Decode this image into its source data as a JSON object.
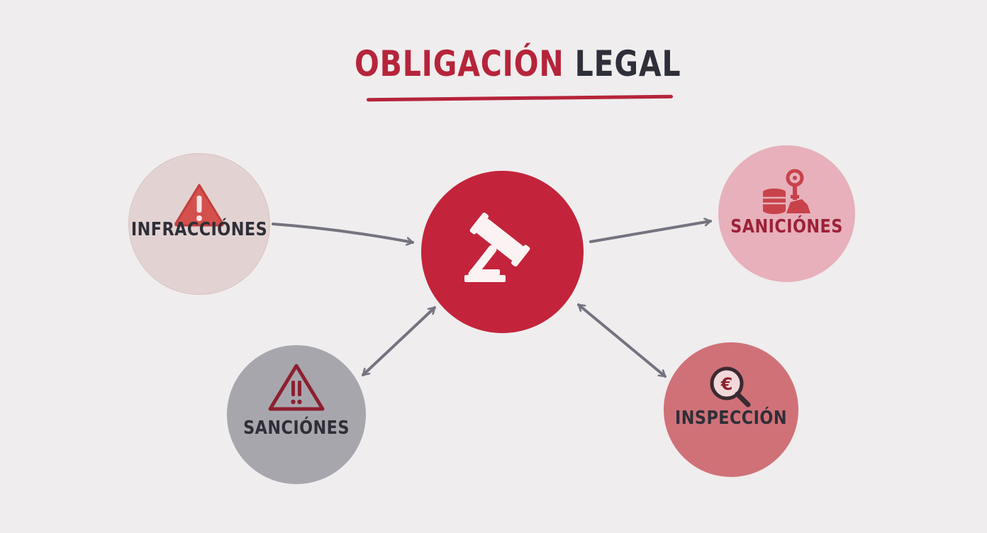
{
  "title": {
    "part1": "OBLIGACIÓN",
    "part2": "LEGAL",
    "accent_color": "#b6243a",
    "dark_color": "#2f2f3a"
  },
  "center_node": {
    "icon": "gavel-icon",
    "color": "#c3243b"
  },
  "nodes": [
    {
      "id": "infracciones",
      "label": "INFRACCIÓNES",
      "icon": "warning-triangle-icon",
      "color": "#e2d3d2"
    },
    {
      "id": "sanciones-right",
      "label": "SANICIÓNES",
      "icon": "coins-key-icon",
      "color": "#e7b0bb"
    },
    {
      "id": "sanciones-left",
      "label": "SANCIÓNES",
      "icon": "warning-double-exclamation-icon",
      "color": "#a8a6ad"
    },
    {
      "id": "inspeccion",
      "label": "INSPECCIÓN",
      "icon": "euro-magnifier-icon",
      "color": "#d07178"
    }
  ],
  "arrows": [
    {
      "from": "infracciones",
      "to": "center",
      "direction": "one-way"
    },
    {
      "from": "center",
      "to": "sanciones-right",
      "direction": "one-way"
    },
    {
      "from": "center",
      "to": "sanciones-left",
      "direction": "two-way"
    },
    {
      "from": "center",
      "to": "inspeccion",
      "direction": "two-way"
    }
  ],
  "arrow_color": "#74737f"
}
